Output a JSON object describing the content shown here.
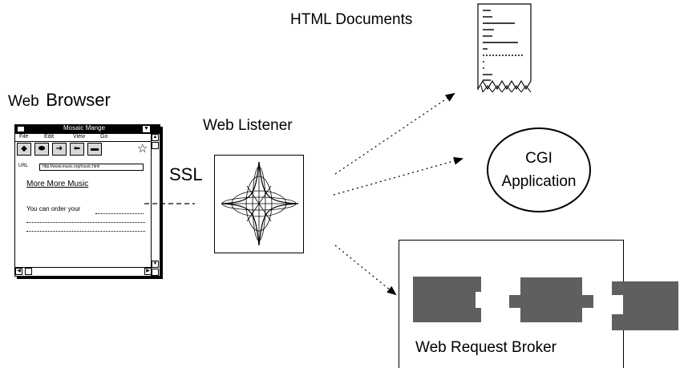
{
  "labels": {
    "web_browser_prefix": "Web",
    "web_browser_main": "Browser",
    "web_listener": "Web Listener",
    "html_documents": "HTML Documents",
    "ssl": "SSL",
    "cgi_line1": "CGI",
    "cgi_line2": "Application",
    "web_request_broker": "Web Request Broker"
  },
  "browser": {
    "window_title": "Mosaic Mange",
    "menu": [
      "File",
      "Edit",
      "View",
      "Go"
    ],
    "toolbar_icons": [
      "back-arrow-icon",
      "home-icon",
      "forward-arrow-icon",
      "back-arrow-icon",
      "stop-icon"
    ],
    "star_icon": "star-icon",
    "url_label": "URL",
    "url_value": "http://www.music.org/music.html",
    "heading": "More More Music",
    "line1": "You can order your"
  },
  "colors": {
    "line": "#000000",
    "connector_fill": "#5f5f5f",
    "window_title_bar": "#000000",
    "toolbar_button": "#d8d8d8"
  }
}
